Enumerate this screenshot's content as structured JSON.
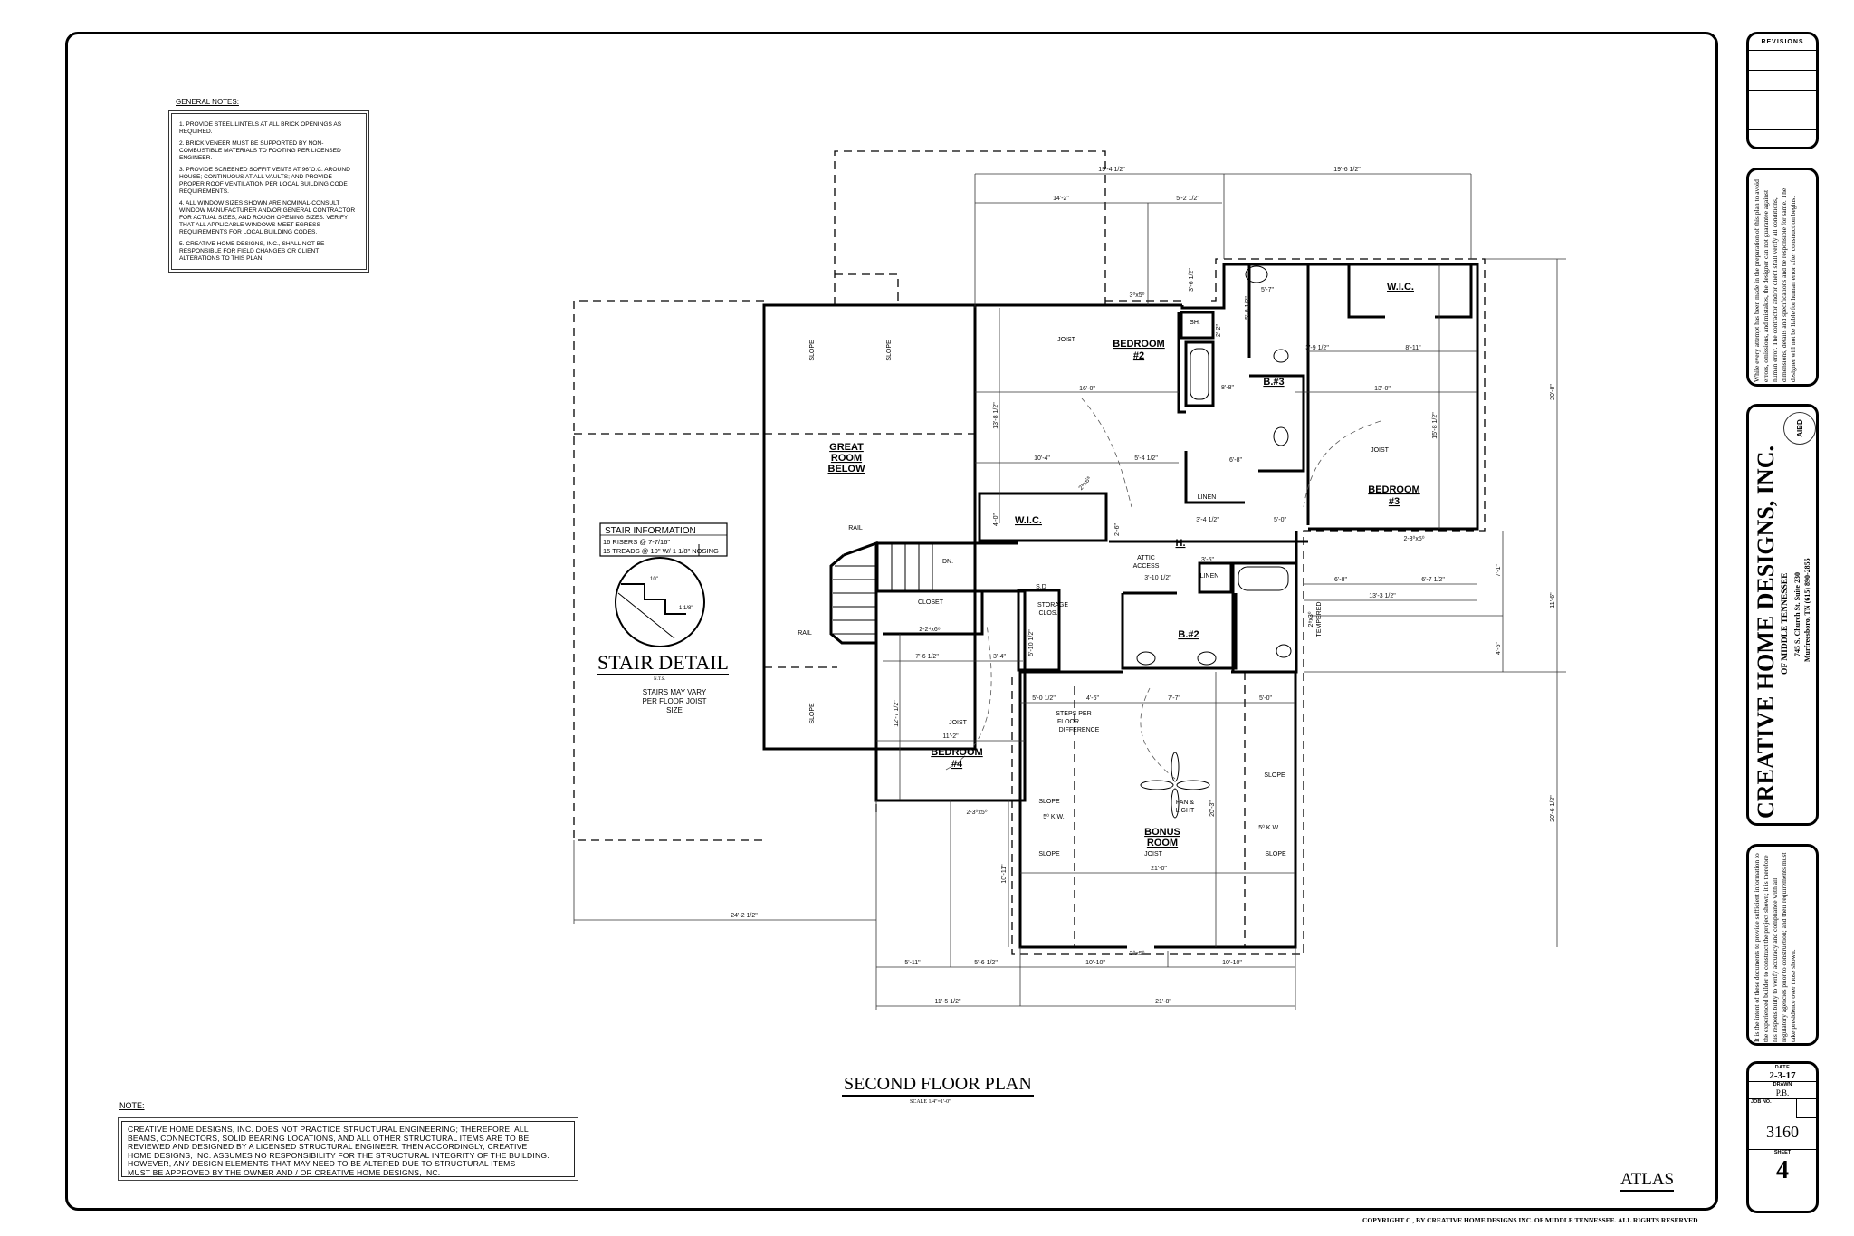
{
  "general_notes": {
    "title": "GENERAL NOTES:",
    "items": [
      "1. PROVIDE STEEL LINTELS AT ALL BRICK OPENINGS AS REQUIRED.",
      "2. BRICK VENEER MUST BE SUPPORTED BY NON-COMBUSTIBLE MATERIALS TO FOOTING PER LICENSED ENGINEER.",
      "3. PROVIDE SCREENED SOFFIT VENTS AT 96\"O.C. AROUND HOUSE; CONTINUOUS AT ALL VAULTS; AND PROVIDE PROPER ROOF VENTILATION PER LOCAL BUILDING CODE REQUIREMENTS.",
      "4. ALL WINDOW SIZES SHOWN ARE NOMINAL-CONSULT WINDOW MANUFACTURER AND/OR GENERAL CONTRACTOR FOR ACTUAL SIZES, AND ROUGH OPENING SIZES. VERIFY THAT ALL APPLICABLE WINDOWS MEET EGRESS REQUIREMENTS FOR LOCAL BUILDING CODES.",
      "5. CREATIVE HOME DESIGNS, INC., SHALL NOT BE RESPONSIBLE FOR FIELD CHANGES OR CLIENT ALTERATIONS TO THIS PLAN."
    ]
  },
  "stair_info": {
    "title": "STAIR INFORMATION",
    "risers": "16 RISERS @ 7-7/16\"",
    "treads": "15 TREADS @ 10\" W/ 1 1/8\" NOSING",
    "dim_tread": "10\"",
    "dim_nosing": "1 1/8\"",
    "detail_title": "STAIR DETAIL",
    "detail_scale": "N.T.S.",
    "note_lines": [
      "STAIRS MAY VARY",
      "PER FLOOR JOIST SIZE"
    ]
  },
  "structural_note": {
    "title": "NOTE:",
    "lines": [
      "CREATIVE HOME DESIGNS, INC. DOES NOT PRACTICE STRUCTURAL ENGINEERING; THEREFORE, ALL",
      "BEAMS, CONNECTORS, SOLID BEARING LOCATIONS, AND ALL OTHER STRUCTURAL ITEMS ARE TO BE",
      "REVIEWED AND DESIGNED BY A LICENSED STRUCTURAL ENGINEER. THEN ACCORDINGLY, CREATIVE",
      "HOME DESIGNS, INC. ASSUMES NO RESPONSIBILITY FOR THE STRUCTURAL INTEGRITY OF THE BUILDING.",
      "HOWEVER, ANY DESIGN ELEMENTS THAT MAY NEED TO BE ALTERED DUE TO STRUCTURAL ITEMS",
      "MUST BE APPROVED BY THE OWNER AND / OR CREATIVE HOME DESIGNS, INC."
    ]
  },
  "plan": {
    "title": "SECOND FLOOR PLAN",
    "scale": "SCALE 1/4\"=1'-0\"",
    "rooms": [
      [
        "GREAT",
        "ROOM",
        "BELOW"
      ],
      [
        "BEDROOM",
        "#2"
      ],
      [
        "BEDROOM",
        "#3"
      ],
      [
        "BEDROOM",
        "#4"
      ],
      [
        "BONUS",
        "ROOM"
      ],
      [
        "W.I.C."
      ],
      [
        "W.I.C."
      ],
      [
        "B.#3"
      ],
      [
        "B.#2"
      ],
      [
        "H."
      ]
    ],
    "labels": [
      "SLOPE",
      "RAIL",
      "JOIST",
      "SH.",
      "LINEN",
      "ATTIC",
      "ACCESS",
      "CLOSET",
      "STORAGE",
      "CLOS.",
      "DN.",
      "STEPS PER",
      "FLOOR",
      "DIFFERENCE",
      "FAN &",
      "LIGHT",
      "5⁰ K.W.",
      "2⁸x3⁰",
      "TEMPERED",
      "S.D"
    ],
    "dimensions": [
      "19'-4 1/2\"",
      "19'-6 1/2\"",
      "14'-2\"",
      "5'-2 1/2\"",
      "3⁰x5⁰",
      "3'-6 1/2\"",
      "16'-0\"",
      "13'-8 1/2\"",
      "10'-4\"",
      "5'-4 1/2\"",
      "4'-0\"",
      "3'-4 1/2\"",
      "5'-0\"",
      "3'-10 1/2\"",
      "3'-5\"",
      "3'-9 1/2\"",
      "8'-11\"",
      "13'-0\"",
      "15'-8 1/2\"",
      "20'-8\"",
      "2-3⁰x5⁰",
      "6'-8\"",
      "6'-7 1/2\"",
      "13'-3 1/2\"",
      "7'-1\"",
      "11'-6\"",
      "4'-5\"",
      "20'-6 1/2\"",
      "2-2⁴x6⁸",
      "7'-6 1/2\"",
      "3'-4\"",
      "5'-0 1/2\"",
      "4'-6\"",
      "7'-7\"",
      "5'-0\"",
      "12'-7 1/2\"",
      "11'-2\"",
      "2-3⁰x5⁰",
      "20'-3\"",
      "21'-0\"",
      "10'-11\"",
      "3⁰x5⁰",
      "5'-11\"",
      "5'-6 1/2\"",
      "10'-10\"",
      "10'-10\"",
      "11'-5 1/2\"",
      "21'-8\"",
      "24'-2 1/2\"",
      "5'-8 1/2\"",
      "5'-7\"",
      "8'-8\"",
      "6'-8\"",
      "2'-2\"",
      "5'-10 1/2\"",
      "2'-6\"",
      "2⁸x6⁸"
    ]
  },
  "sheet_name": "ATLAS",
  "copyright": "COPYRIGHT C          , BY CREATIVE HOME DESIGNS INC. OF MIDDLE TENNESSEE. ALL RIGHTS RESERVED",
  "title_block": {
    "revisions_label": "REVISIONS",
    "disclaimer_1": "While every attempt has been made in the preparation of this plan to avoid errors, omissions, and mistakes, the designer can not guarantee against human error. The contractor and/or client shall verify all conditions, dimensions, details and specifications and be responsible for same. The designer will not be liable for human error after construction begins.",
    "company": "CREATIVE HOME DESIGNS, INC.",
    "company_sub": "OF MIDDLE TENNESSEE",
    "address_1": "745 S. Church St. Suite 230",
    "address_2": "Murfreesboro, TN (615) 890-2855",
    "seal_text": "AIBD",
    "disclaimer_2": "It is the intent of these documents to provide sufficient information to the experienced builder to construct the project shown; it is therefore his responsibility to verify accuracy and compliance with all regulatory agencies prior to construction; and their requirements must take presidence over those shown.",
    "date_label": "DATE",
    "date": "2-3-17",
    "drawn_label": "DRAWN",
    "drawn": "P.B.",
    "job_label": "JOB NO.",
    "job": "3160",
    "sheet_label": "SHEET",
    "sheet": "4"
  }
}
